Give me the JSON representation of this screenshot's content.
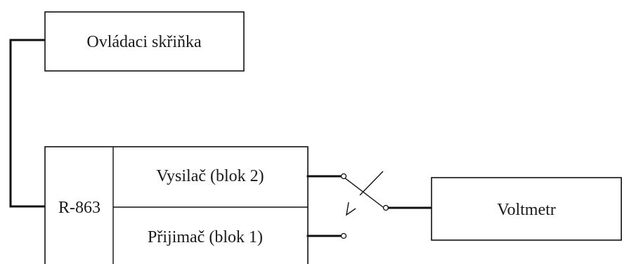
{
  "diagram": {
    "control_box": {
      "label": "Ovládaci skřiňka"
    },
    "radio": {
      "label": "R-863",
      "transmitter": {
        "label": "Vysilač (blok 2)"
      },
      "receiver": {
        "label": "Přijimač (blok 1)"
      }
    },
    "voltmeter": {
      "label": "Voltmetr"
    }
  }
}
